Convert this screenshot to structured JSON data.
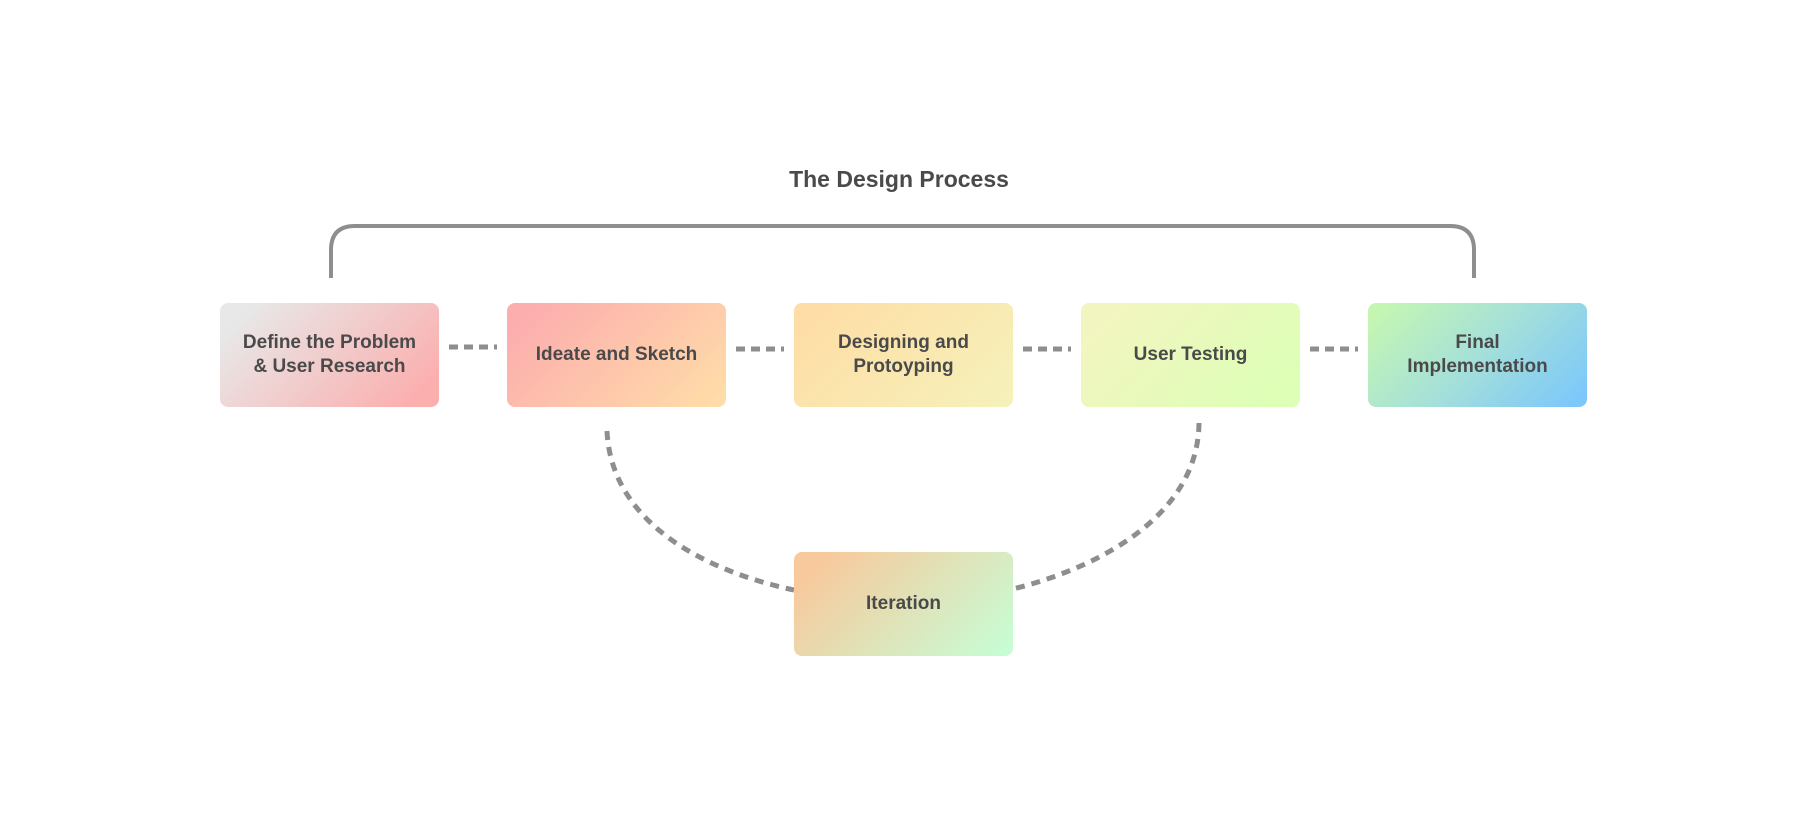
{
  "diagram": {
    "title": "The Design Process",
    "nodes": [
      {
        "id": "define",
        "label": "Define the Problem\n& User Research"
      },
      {
        "id": "ideate",
        "label": "Ideate and Sketch"
      },
      {
        "id": "design",
        "label": "Designing and\nProtoyping"
      },
      {
        "id": "testing",
        "label": "User Testing"
      },
      {
        "id": "final",
        "label": "Final\nImplementation"
      },
      {
        "id": "iteration",
        "label": "Iteration"
      }
    ],
    "edges": [
      {
        "from": "define",
        "to": "ideate",
        "style": "dashed"
      },
      {
        "from": "ideate",
        "to": "design",
        "style": "dashed"
      },
      {
        "from": "design",
        "to": "testing",
        "style": "dashed"
      },
      {
        "from": "testing",
        "to": "final",
        "style": "dashed"
      },
      {
        "from": "ideate",
        "to": "iteration",
        "style": "dashed-curve"
      },
      {
        "from": "testing",
        "to": "iteration",
        "style": "dashed-curve"
      },
      {
        "from": "define",
        "to": "final",
        "style": "solid-bracket"
      }
    ],
    "colors": {
      "line": "#8e8e8e",
      "text": "#4a4a4a"
    }
  }
}
